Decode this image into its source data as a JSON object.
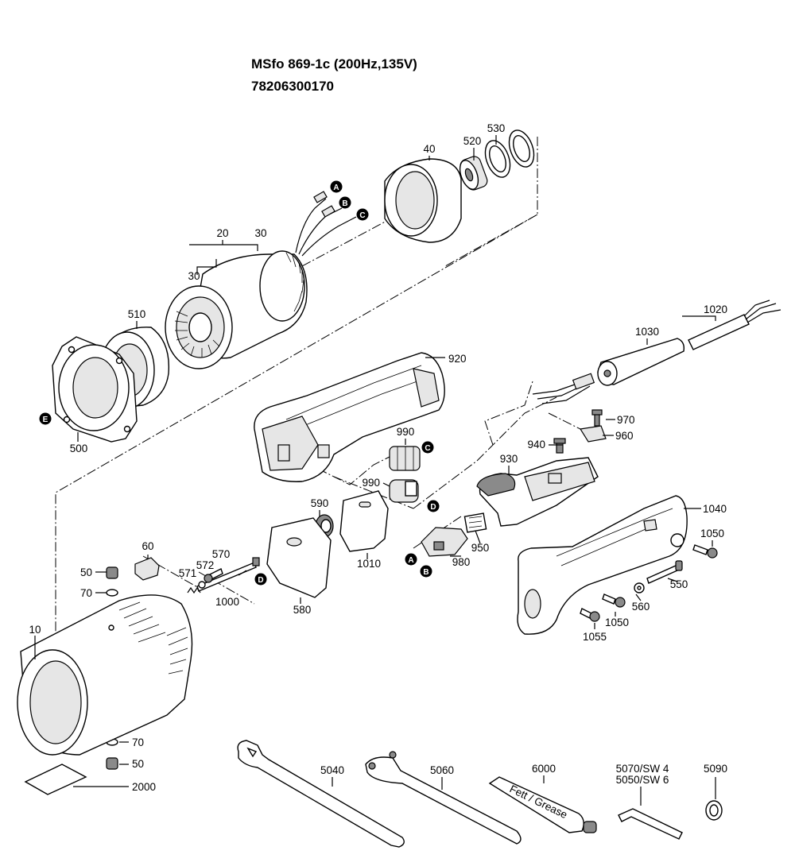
{
  "header": {
    "model": "MSfo 869-1c (200Hz,135V)",
    "article_number": "78206300170"
  },
  "part_labels": {
    "p10": "10",
    "p20": "20",
    "p30a": "30",
    "p30b": "30",
    "p40": "40",
    "p50a": "50",
    "p50b": "50",
    "p60": "60",
    "p70a": "70",
    "p70b": "70",
    "p500": "500",
    "p510": "510",
    "p520": "520",
    "p530": "530",
    "p550": "550",
    "p560": "560",
    "p570": "570",
    "p571": "571",
    "p572": "572",
    "p580": "580",
    "p590": "590",
    "p920": "920",
    "p930": "930",
    "p940": "940",
    "p950": "950",
    "p960": "960",
    "p970": "970",
    "p980": "980",
    "p990a": "990",
    "p990b": "990",
    "p1000": "1000",
    "p1010": "1010",
    "p1020": "1020",
    "p1030": "1030",
    "p1040": "1040",
    "p1050a": "1050",
    "p1050b": "1050",
    "p1055": "1055",
    "p2000": "2000",
    "p5040": "5040",
    "p5060": "5060",
    "p6000": "6000",
    "p5070": "5070/SW 4",
    "p5050": "5050/SW 6",
    "p5090": "5090"
  },
  "markers": {
    "a": "A",
    "b": "B",
    "c": "C",
    "d": "D",
    "e": "E"
  },
  "tube_text": "Fett / Grease"
}
